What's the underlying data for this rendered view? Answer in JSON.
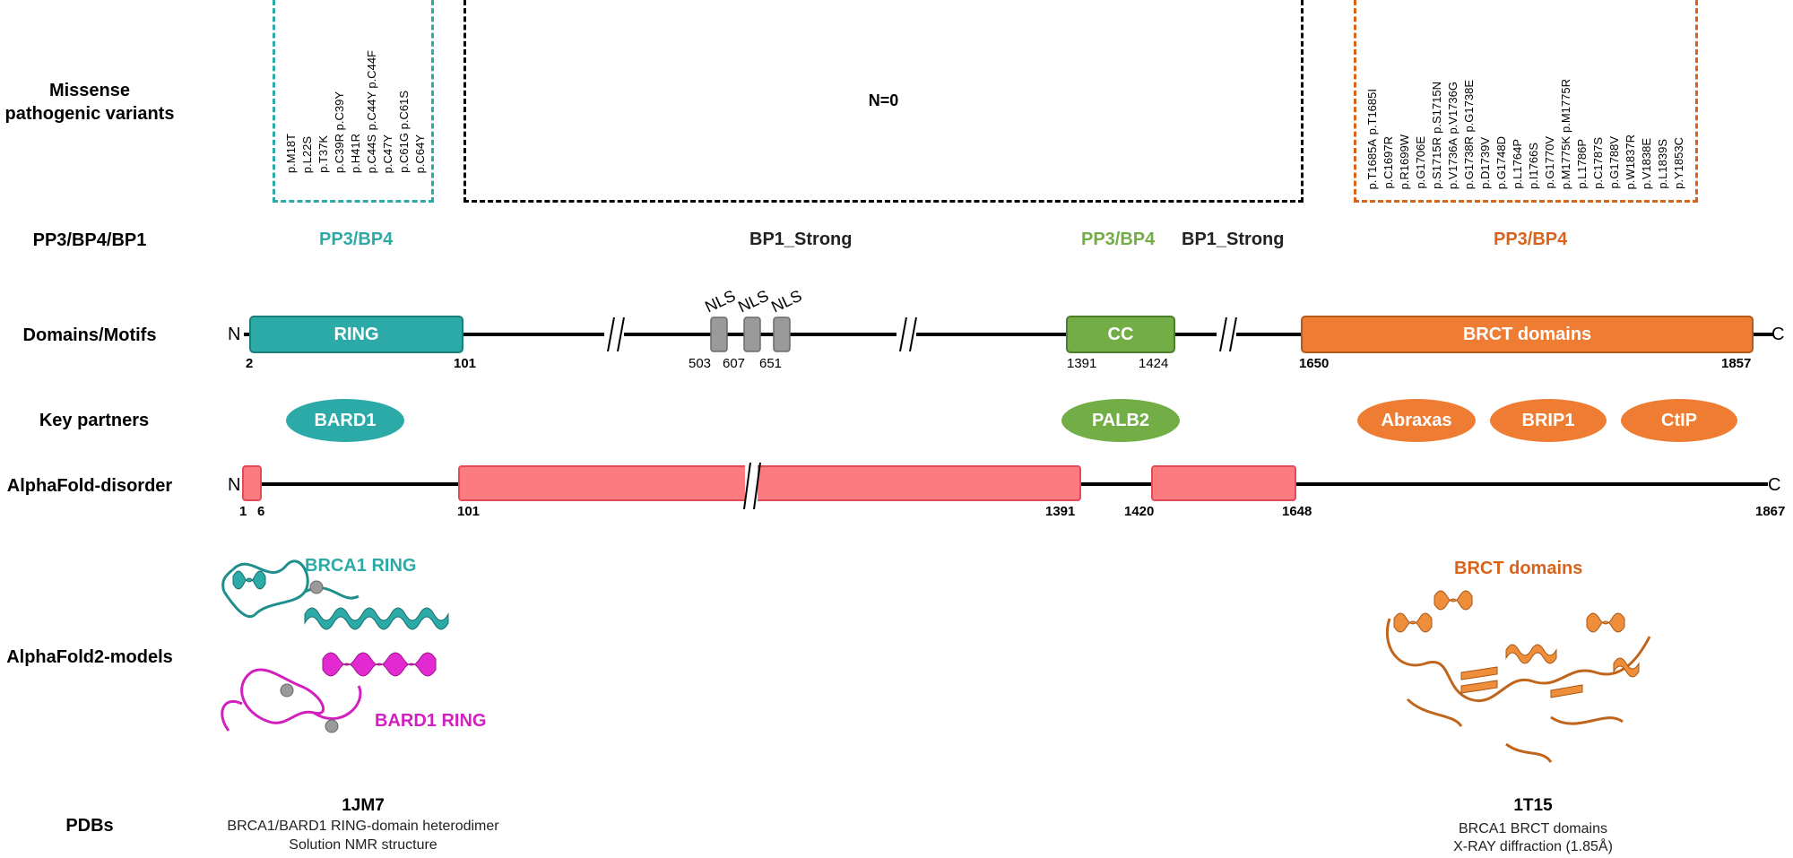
{
  "row_labels": {
    "missense": "Missense\npathogenic variants",
    "ppbp": "PP3/BP4/BP1",
    "domains": "Domains/Motifs",
    "partners": "Key partners",
    "disorder": "AlphaFold-disorder",
    "models": "AlphaFold2-models",
    "pdbs": "PDBs"
  },
  "variants_ring": [
    "p.M18T",
    "p.L22S",
    "p.T37K",
    "p.C39R",
    "p.C39Y",
    "p.H41R",
    "p.C44S",
    "p.C44Y",
    "p.C44F",
    "p.C47Y",
    "p.C61G",
    "p.C61S",
    "p.C64Y"
  ],
  "variants_middle": "N=0",
  "variants_brct": [
    "p.T1685A",
    "p.T1685I",
    "p.C1697R",
    "p.R1699W",
    "p.G1706E",
    "p.S1715R",
    "p.S1715N",
    "p.V1736A",
    "p.V1736G",
    "p.G1738R",
    "p.G1738E",
    "p.D1739V",
    "p.G1748D",
    "p.L1764P",
    "p.I1766S",
    "p.G1770V",
    "p.M1775K",
    "p.M1775R",
    "p.L1786P",
    "p.C1787S",
    "p.G1788V",
    "p.W1837R",
    "p.V1838E",
    "p.L1839S",
    "p.Y1853C"
  ],
  "pp_labels": {
    "ring": "PP3/BP4",
    "bp1_a": "BP1_Strong",
    "cc": "PP3/BP4",
    "bp1_b": "BP1_Strong",
    "brct": "PP3/BP4"
  },
  "domains": {
    "n_term": "N",
    "c_term": "C",
    "ring": "RING",
    "cc": "CC",
    "brct": "BRCT domains",
    "nls": [
      "NLS",
      "NLS",
      "NLS"
    ],
    "positions": {
      "ring_start": "2",
      "ring_end": "101",
      "nls1": "503",
      "nls2": "607",
      "nls3": "651",
      "cc_start": "1391",
      "cc_end": "1424",
      "brct_start": "1650",
      "brct_end": "1857"
    }
  },
  "partners": [
    "BARD1",
    "PALB2",
    "Abraxas",
    "BRIP1",
    "CtIP"
  ],
  "disorder": {
    "n_term": "N",
    "c_term": "C",
    "positions": [
      "1",
      "6",
      "101",
      "1391",
      "1420",
      "1648",
      "1867"
    ]
  },
  "models": {
    "ring_title": "BRCA1 RING",
    "bard1_title": "BARD1 RING",
    "brct_title": "BRCT domains"
  },
  "pdbs": {
    "left_id": "1JM7",
    "left_desc1": "BRCA1/BARD1 RING-domain heterodimer",
    "left_desc2": "Solution NMR structure",
    "right_id": "1T15",
    "right_desc1": "BRCA1 BRCT domains",
    "right_desc2": "X-RAY diffraction (1.85Å)"
  },
  "colors": {
    "teal": "#2caaa7",
    "green": "#72ad45",
    "orange": "#ee7d33",
    "disorder_fill": "#fc7b80",
    "brown_orange": "#d8641c"
  }
}
